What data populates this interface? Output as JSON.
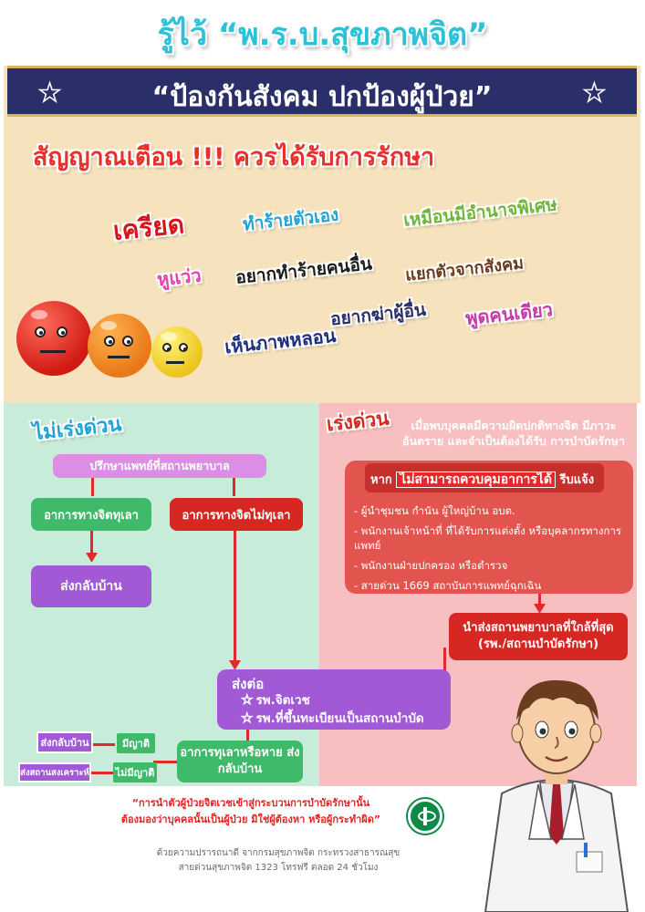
{
  "title_top": "รู้ไว้ “พ.ร.บ.สุขภาพจิต”",
  "banner": "“ป้องกันสังคม ปกป้องผู้ป่วย”",
  "warning": "สัญญาณเตือน !!! ควรได้รับการรักษา",
  "symptoms": {
    "s1": "เครียด",
    "s2": "ทำร้ายตัวเอง",
    "s3": "เหมือนมีอำนาจพิเศษ",
    "s4": "หูแว่ว",
    "s5": "อยากทำร้ายคนอื่น",
    "s6": "แยกตัวจากสังคม",
    "s7": "อยากฆ่าผู้อื่น",
    "s8": "พูดคนเดียว",
    "s9": "เห็นภาพหลอน"
  },
  "colors": {
    "stress": "#d8141b",
    "self_harm": "#1fa4d6",
    "power": "#6fb53a",
    "hallucination_voice": "#e83fae",
    "harm_others": "#1b1b1b",
    "isolate": "#7a3a1a",
    "kill": "#2b2f69",
    "talk_alone": "#c13ea8",
    "hallucination_see": "#1e2f80"
  },
  "left": {
    "tag": "ไม่เร่งด่วน",
    "consult": "ปรึกษาแพทย์ที่สถานพยาบาล",
    "relieved": "อาการทางจิตทุเลา",
    "not_relieved": "อาการทางจิตไม่ทุเลา",
    "go_home": "ส่งกลับบ้าน",
    "cured": "อาการทุเลาหรือหาย ส่งกลับบ้าน",
    "has_relative": "มีญาติ",
    "no_relative": "ไม่มีญาติ",
    "home_small": "ส่งกลับบ้าน",
    "welfare": "ส่งสถานสงเคราะห์"
  },
  "right": {
    "tag": "เร่งด่วน",
    "head": "เมื่อพบบุคคลมีความผิดปกติทางจิต มีภาวะอันตราย และจำเป็นต้องได้รับ การบำบัดรักษา",
    "if_label": "หาก",
    "cannot_control": "ไม่สามารถควบคุมอาการได้",
    "notify": "รีบแจ้ง",
    "list": [
      "- ผู้นำชุมชน กำนัน ผู้ใหญ่บ้าน อบต.",
      "- พนักงานเจ้าหน้าที่ ที่ได้รับการแต่งตั้ง หรือบุคลากรทางการแพทย์",
      "- พนักงานฝ่ายปกครอง หรือตำรวจ",
      "- สายด่วน 1669 สถาบันการแพทย์ฉุกเฉิน"
    ],
    "send_line1": "นำส่งสถานพยาบาลที่ใกล้ที่สุด",
    "send_line2": "(รพ./สถานบำบัดรักษา)"
  },
  "refer": {
    "title": "ส่งต่อ",
    "item1": "รพ.จิตเวช",
    "item2": "รพ.ที่ขึ้นทะเบียนเป็นสถานบำบัด"
  },
  "quote_line1": "“การนำตัวผู้ป่วยจิตเวชเข้าสู่กระบวนการบำบัดรักษานั้น",
  "quote_line2": "ต้องมองว่าบุคคลนั้นเป็นผู้ป่วย มิใช่ผู้ต้องหา หรือผู้กระทำผิด”",
  "credit_line1": "ด้วยความปรารถนาดี จากกรมสุขภาพจิต กระทรวงสาธารณสุข",
  "credit_line2": "สายด่วนสุขภาพจิต 1323 โทรฟรี ตลอด 24 ชั่วโมง"
}
